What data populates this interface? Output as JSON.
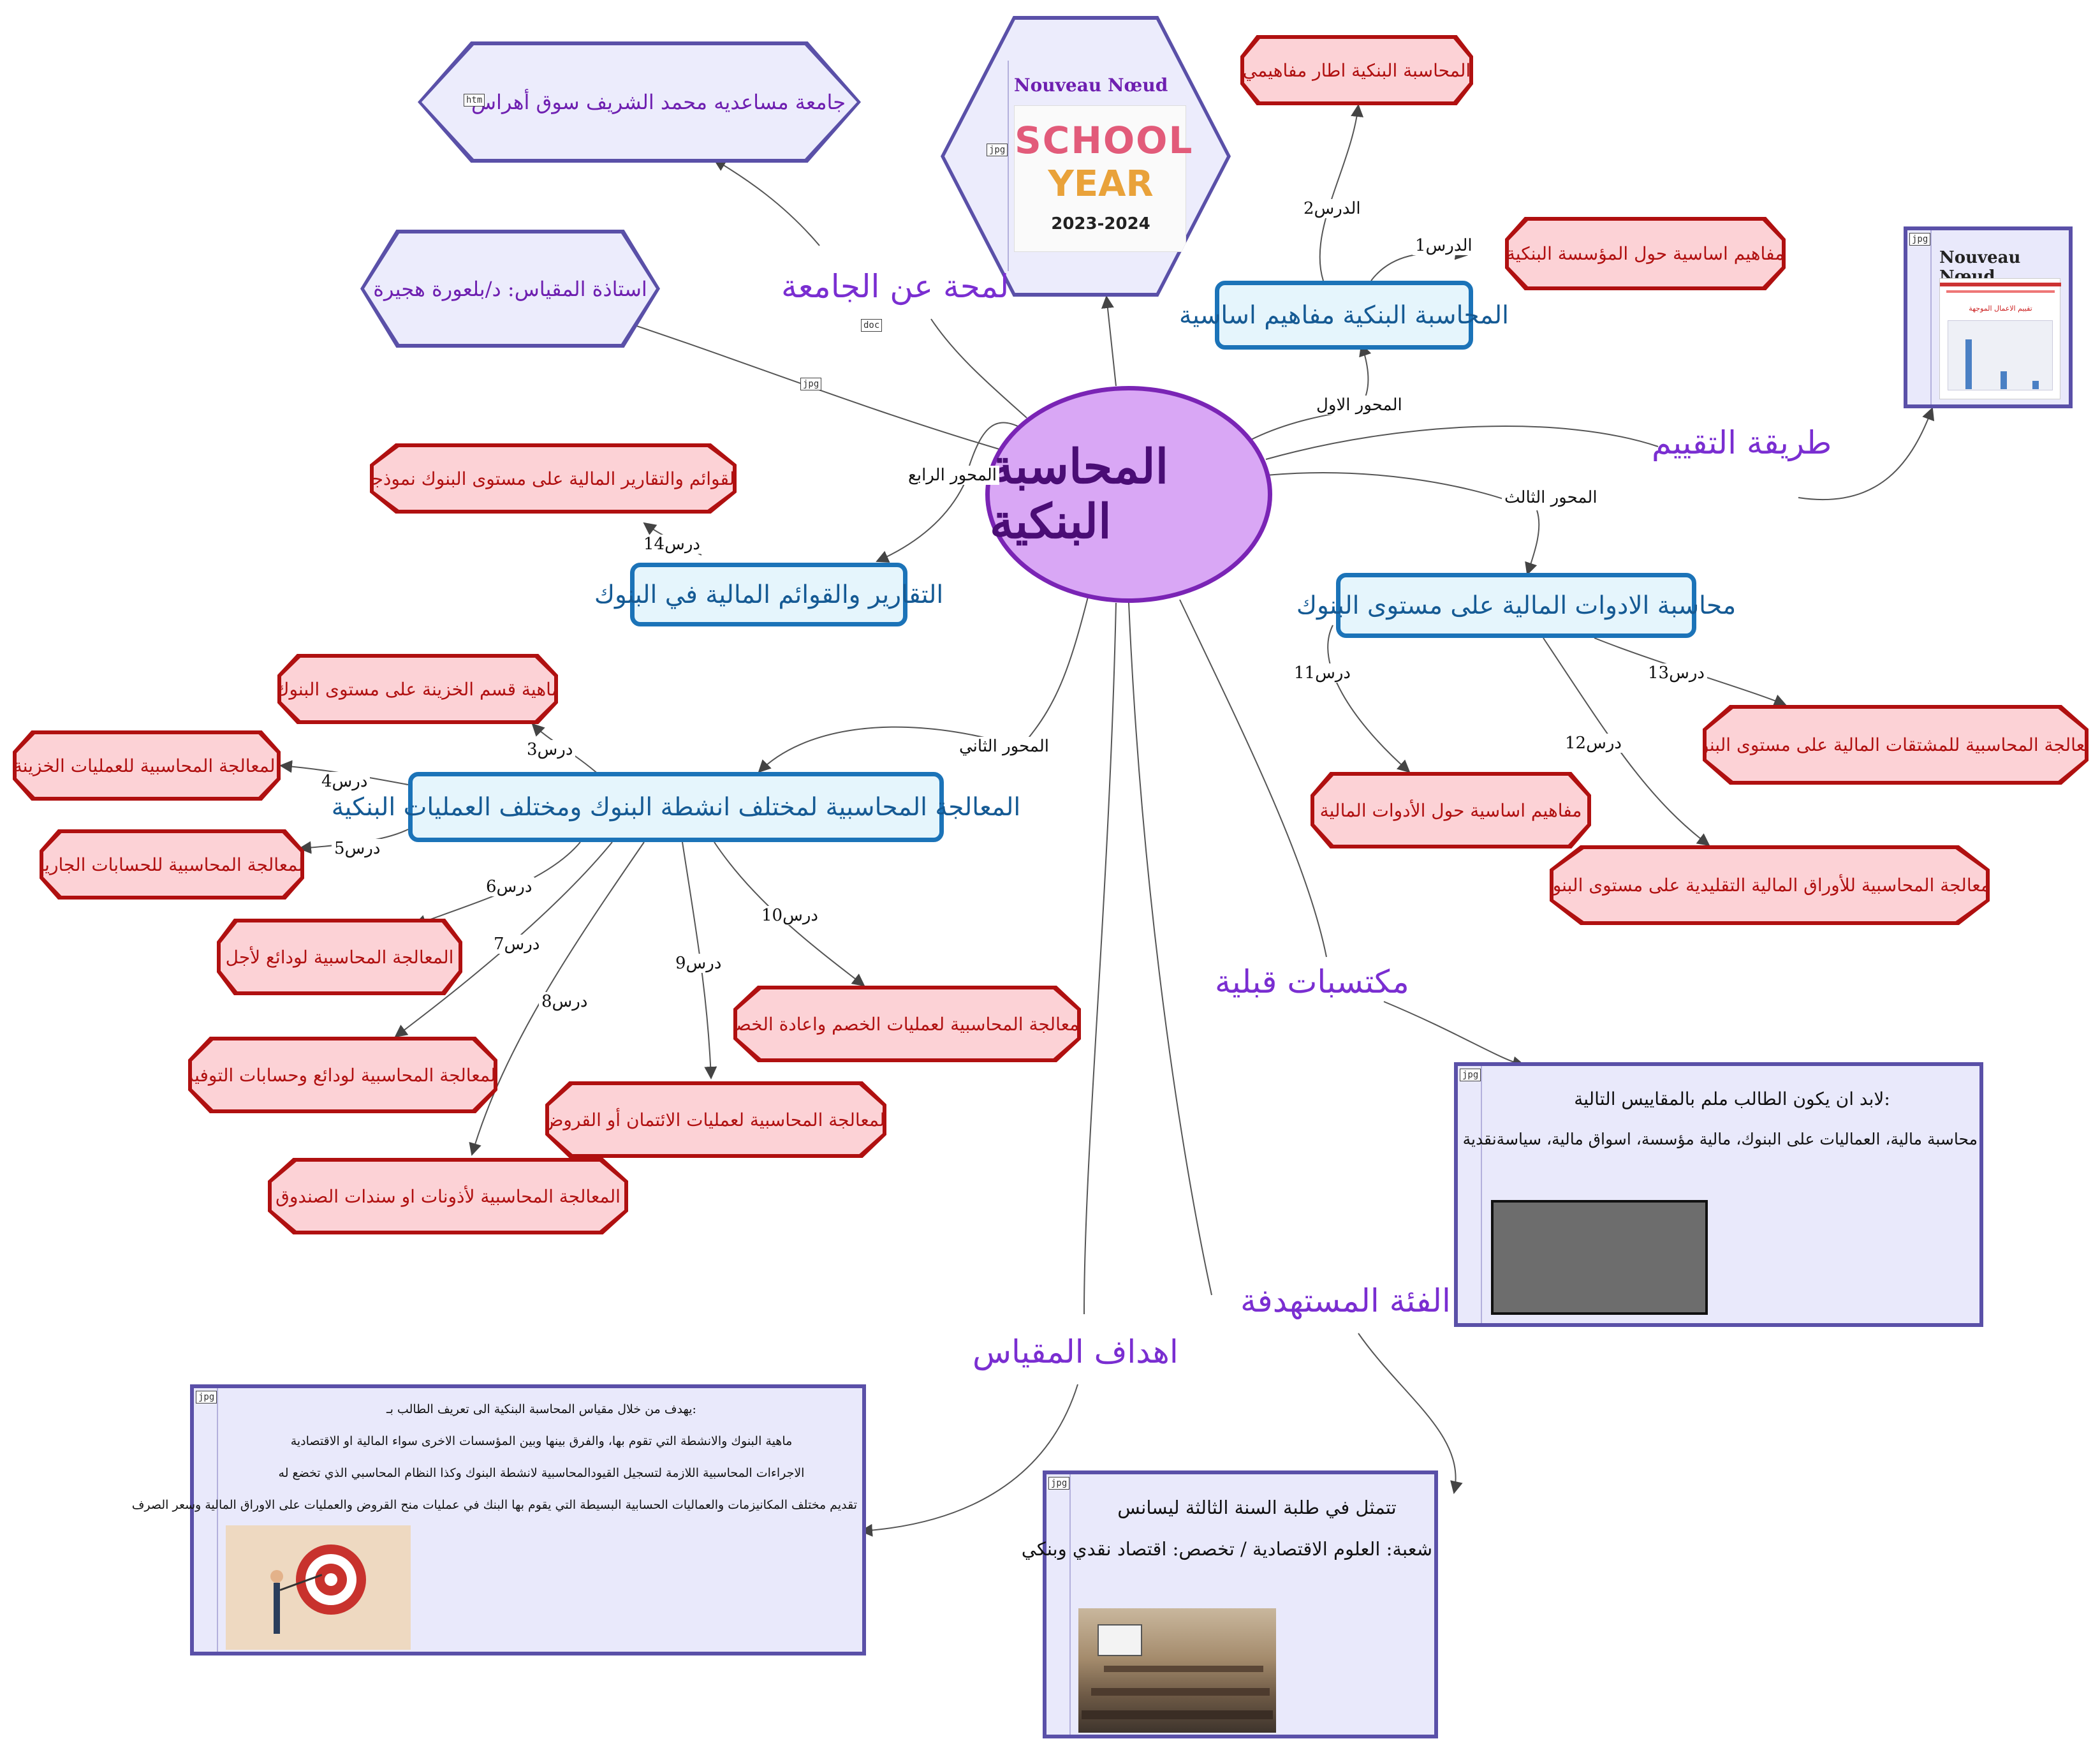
{
  "center": {
    "label": "المحاسبة البنكية"
  },
  "main_topics": {
    "axis1": "المحاسبة البنكية مفاهيم اساسية",
    "axis2": "المعالجة المحاسبية لمختلف انشطة البنوك ومختلف العمليات البنكية",
    "axis3": "محاسبة الادوات المالية على مستوى البنوك",
    "axis4": "التقارير والقوائم المالية في البنوك"
  },
  "axis_labels": {
    "axis1": "المحور الاول",
    "axis2": "المحور الثاني",
    "axis3": "المحور الثالث",
    "axis4": "المحور الرابع"
  },
  "lessons": [
    {
      "label": "الدرس1",
      "text": "مفاهيم اساسية حول المؤسسة البنكية"
    },
    {
      "label": "الدرس2",
      "text": "المحاسبة البنكية اطار مفاهيمي"
    },
    {
      "label": "درس3",
      "text": "ماهية قسم الخزينة على مستوى البنوك"
    },
    {
      "label": "درس4",
      "text": "المعالجة المحاسبية للعمليات الخزينة"
    },
    {
      "label": "درس5",
      "text": "المعالجة المحاسبية للحسابات الجارية"
    },
    {
      "label": "درس6",
      "text": "المعالجة المحاسبية لودائع لأجل"
    },
    {
      "label": "درس7",
      "text": "المعالجة المحاسبية لودائع وحسابات التوفير"
    },
    {
      "label": "درس8",
      "text": "المعالجة المحاسبية لأذونات او سندات الصندوق"
    },
    {
      "label": "درس9",
      "text": "المعالجة المحاسبية لعمليات الائتمان أو القروض"
    },
    {
      "label": "درس10",
      "text": "المعالجة المحاسبية لعمليات الخصم واعادة الخصم"
    },
    {
      "label": "درس11",
      "text": "مفاهيم اساسية حول الأدوات المالية"
    },
    {
      "label": "درس12",
      "text": "المعالجة المحاسبية للأوراق المالية التقليدية على مستوى البنوك"
    },
    {
      "label": "درس13",
      "text": "المعالجة المحاسبية للمشتقات المالية على مستوى البنوك"
    },
    {
      "label": "درس14",
      "text": "القوائم والتقارير المالية على مستوى البنوك نموذجا"
    }
  ],
  "side_topics": {
    "university": "لمحة عن الجامعة",
    "evaluation": "طريقة التقييم",
    "prerequisites": "مكتسبات قبلية",
    "target": "الفئة المستهدفة",
    "objectives": "اهداف المقياس"
  },
  "hexes": {
    "university_name": "جامعة مساعديه محمد الشريف سوق أهراس",
    "professor": "استاذة المقياس: د/بلعورة هجيرة"
  },
  "school_image": {
    "node_title": "Nouveau Nœud",
    "line1": "SCHOOL",
    "line2": "YEAR",
    "line3": "2023-2024"
  },
  "evaluation_panel": {
    "node_title": "Nouveau Nœud",
    "chart_caption": "تقييم الاعمال الموجهة"
  },
  "prereq_panel": {
    "line1": ":لابد ان يكون الطالب ملم بالمقاييس التالية",
    "line2": "محاسبة مالية، العماليات على البنوك، مالية مؤسسة، اسواق مالية، سياسةنقدية"
  },
  "target_panel": {
    "line1": "تتمثل في طلبة السنة الثالثة ليسانس",
    "line2": "شعبة: العلوم الاقتصادية / تخصص: اقتصاد نقدي وبنكي"
  },
  "objectives_panel": {
    "line1": ":يهدف من خلال مقياس المحاسبة البنكية الى تعريف الطالب بـ",
    "line2": "ماهية البنوك والانشطة التي تقوم بها، والفرق بينها وبين المؤسسات الاخرى سواء المالية او الاقتصادية",
    "line3": "الاجراءات المحاسبية اللازمة لتسجيل القيودالمحاسبية لانشطة البنوك وكذا النظام المحاسبي الذي تخضع له",
    "line4": "تقديم مختلف المكانيزمات والعماليات الحسابية البسيطة التي يقوم بها البنك في عمليات منح القروض والعمليات على الاوراق المالية وسعر الصرف"
  },
  "file_tags": {
    "htm": "htm",
    "jpg": "jpg",
    "doc": "doc"
  },
  "colors": {
    "center_fill": "#d9a7f5",
    "center_border": "#7a24b5",
    "topic_border": "#1b73b8",
    "lesson_fill": "#fcd2d6",
    "lesson_border": "#b01010",
    "hex_fill": "#ececfc",
    "hex_border": "#5a50a8",
    "topic_text": "#7a2ed1"
  }
}
